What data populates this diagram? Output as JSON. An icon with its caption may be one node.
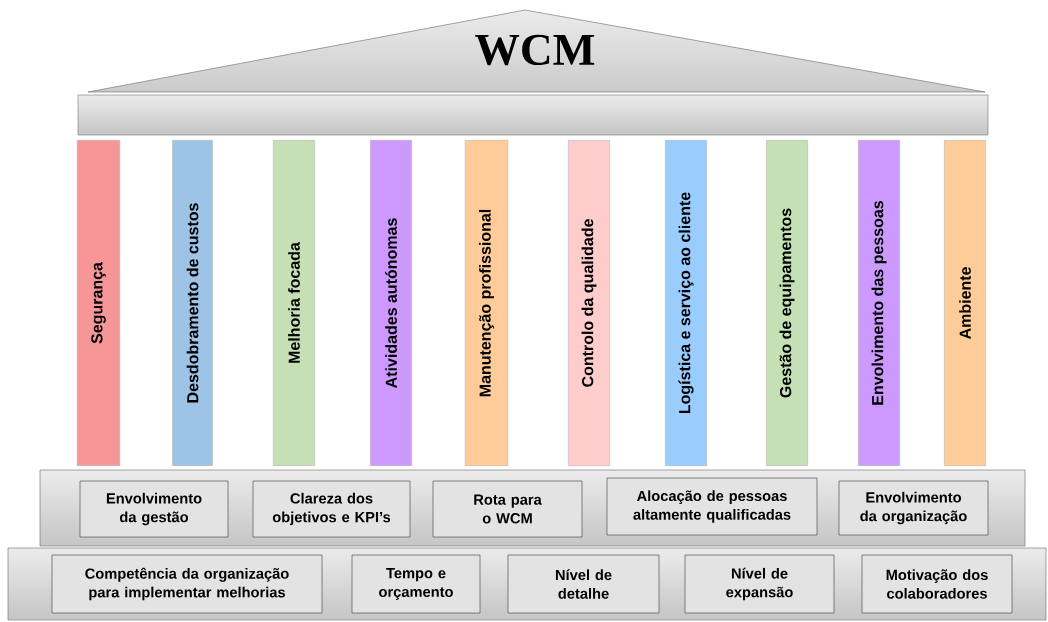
{
  "diagram": {
    "nodes": [
      {
        "text": [
          "WCM"
        ]
      },
      {
        "text": [
          "Segurança"
        ]
      },
      {
        "text": [
          "Desdobramento de custos"
        ]
      },
      {
        "text": [
          "Melhoria focada"
        ]
      },
      {
        "text": [
          "Atividades autónomas"
        ]
      },
      {
        "text": [
          "Manutenção profissional"
        ]
      },
      {
        "text": [
          "Controlo da qualidade"
        ]
      },
      {
        "text": [
          "Logística e serviço ao cliente"
        ]
      },
      {
        "text": [
          "Gestão de equipamentos"
        ]
      },
      {
        "text": [
          "Envolvimento das pessoas"
        ]
      },
      {
        "text": [
          "Ambiente"
        ]
      },
      {
        "text": [],
        "shape": "bar"
      },
      {
        "text": [
          "Envolvimento da gestão"
        ],
        "in": 11
      },
      {
        "text": [
          "Clareza dos objetivos e KPI’s"
        ],
        "in": 11
      },
      {
        "text": [
          "Rota para o WCM"
        ],
        "in": 11
      },
      {
        "text": [
          "Alocação de pessoas altamente qualificadas"
        ],
        "in": 11
      },
      {
        "text": [
          "Envolvimento da organização"
        ],
        "in": 11
      },
      {
        "text": [],
        "shape": "bar"
      },
      {
        "text": [
          "Competência da organização para implementar melhorias"
        ],
        "in": 17
      },
      {
        "text": [
          "Tempo e orçamento"
        ],
        "in": 17
      },
      {
        "text": [
          "Nível de detalhe"
        ],
        "in": 17
      },
      {
        "text": [
          "Nível de expansão"
        ],
        "in": 17
      },
      {
        "text": [
          "Motivação dos colaboradores"
        ],
        "in": 17
      }
    ]
  }
}
